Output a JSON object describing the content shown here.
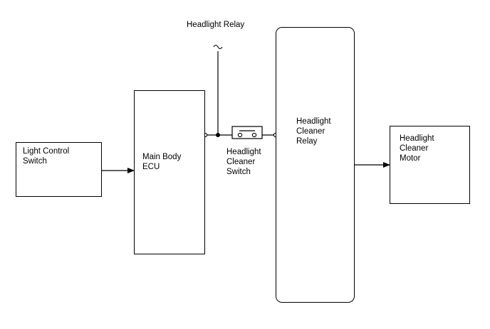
{
  "diagram": {
    "blocks": {
      "light_control_switch": "Light Control\nSwitch",
      "main_body_ecu": "Main Body\nECU",
      "headlight_cleaner_switch": "Headlight\nCleaner\nSwitch",
      "headlight_cleaner_relay": "Headlight\nCleaner\nRelay",
      "headlight_cleaner_motor": "Headlight\nCleaner\nMotor",
      "headlight_relay": "Headlight Relay"
    },
    "continuation_symbol": "~"
  },
  "colors": {
    "line": "#000000",
    "background": "#ffffff"
  }
}
